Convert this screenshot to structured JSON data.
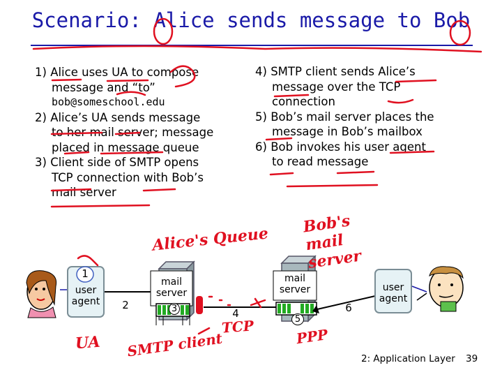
{
  "title": "Scenario: Alice sends message to Bob",
  "left_steps": [
    {
      "num": "1)",
      "lines": [
        "Alice uses UA to compose",
        "message and “to”",
        "bob@someschool.edu"
      ]
    },
    {
      "num": "2)",
      "lines": [
        "Alice’s UA sends message",
        "to her mail server; message",
        "placed in message queue"
      ]
    },
    {
      "num": "3)",
      "lines": [
        "Client side of SMTP opens",
        "TCP connection with Bob’s",
        "mail server"
      ]
    }
  ],
  "right_steps": [
    {
      "num": "4)",
      "lines": [
        "SMTP client sends Alice’s",
        "message over the TCP",
        "connection"
      ]
    },
    {
      "num": "5)",
      "lines": [
        "Bob’s mail server places the",
        "message in Bob’s mailbox"
      ]
    },
    {
      "num": "6)",
      "lines": [
        "Bob invokes his user agent",
        "to read message"
      ]
    }
  ],
  "diagram": {
    "alice_ua_label": [
      "user",
      "agent"
    ],
    "alice_ua_num": "1",
    "arrow2_num": "2",
    "alice_server_label": [
      "mail",
      "server"
    ],
    "alice_server_num": "3",
    "arrow4_num": "4",
    "bob_server_label": [
      "mail",
      "server"
    ],
    "bob_server_num": "5",
    "arrow6_num": "6",
    "bob_ua_label": [
      "user",
      "agent"
    ]
  },
  "annotations": {
    "alice_queue": "Alice's Queue",
    "bobs_mail_server": "Bob's mail server",
    "ua": "UA",
    "smtp_client": "SMTP client",
    "tcp": "TCP",
    "ppp": "PPP"
  },
  "footer": {
    "chapter": "2: Application Layer",
    "page": "39"
  },
  "colors": {
    "title": "#1a1aa8",
    "annotation": "#e01020",
    "queue": "#22aa22",
    "server": "#9aaab0"
  }
}
